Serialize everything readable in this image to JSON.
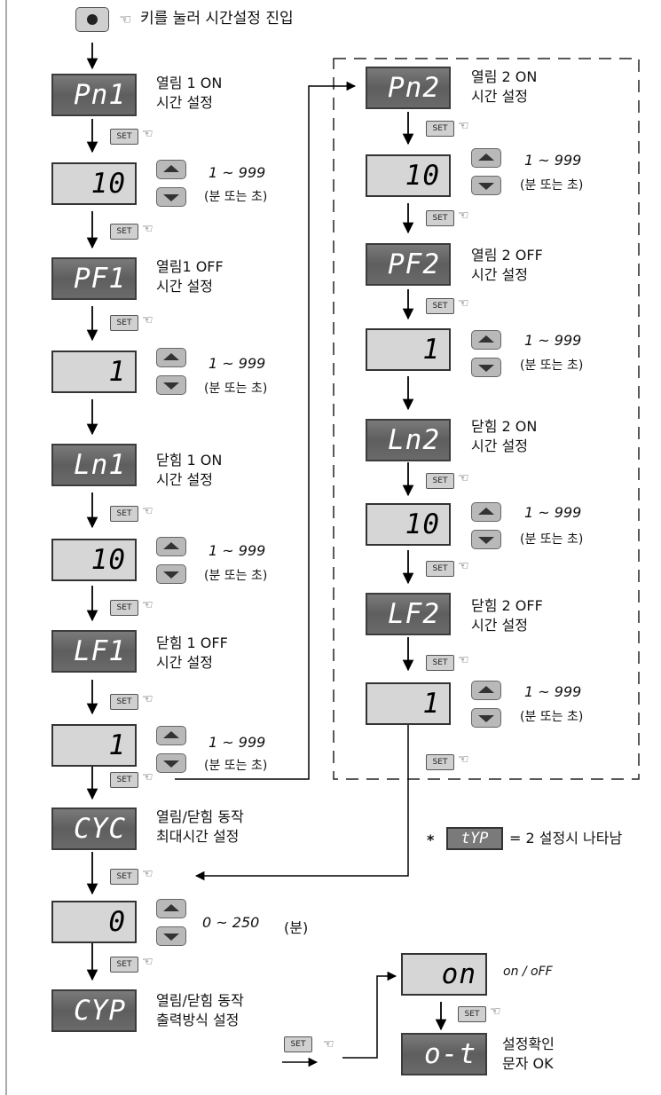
{
  "header": {
    "hand": "☜",
    "text": "키를 눌러 시간설정 진입"
  },
  "set_label": "SET",
  "hand_glyph": "☜",
  "up_icon": "triangle-up",
  "down_icon": "triangle-down",
  "left": {
    "s1": {
      "display": "Pn1",
      "line1": "열림 1 ON",
      "line2": "시간 설정"
    },
    "v1": {
      "display": "10",
      "range": "1 ~ 999",
      "unit": "(분 또는 초)"
    },
    "s2": {
      "display": "PF1",
      "line1": "열림1 OFF",
      "line2": "시간 설정"
    },
    "v2": {
      "display": "1",
      "range": "1 ~ 999",
      "unit": "(분 또는 초)"
    },
    "s3": {
      "display": "Ln1",
      "line1": "닫힘 1 ON",
      "line2": "시간 설정"
    },
    "v3": {
      "display": "10",
      "range": "1 ~ 999",
      "unit": "(분 또는 초)"
    },
    "s4": {
      "display": "LF1",
      "line1": "닫힘 1 OFF",
      "line2": "시간 설정"
    },
    "v4": {
      "display": "1",
      "range": "1 ~ 999",
      "unit": "(분 또는 초)"
    },
    "s5": {
      "display": "CYC",
      "line1": "열림/닫힘 동작",
      "line2": "최대시간 설정"
    },
    "v5": {
      "display": "0",
      "range": "0 ~ 250",
      "unit": "(분)"
    },
    "s6": {
      "display": "CYP",
      "line1": "열림/닫힘 동작",
      "line2": "출력방식 설정"
    }
  },
  "right": {
    "s1": {
      "display": "Pn2",
      "line1": "열림 2 ON",
      "line2": "시간 설정"
    },
    "v1": {
      "display": "10",
      "range": "1 ~ 999",
      "unit": "(분 또는 초)"
    },
    "s2": {
      "display": "PF2",
      "line1": "열림 2 OFF",
      "line2": "시간 설정"
    },
    "v2": {
      "display": "1",
      "range": "1 ~ 999",
      "unit": "(분 또는 초)"
    },
    "s3": {
      "display": "Ln2",
      "line1": "닫힘 2 ON",
      "line2": "시간 설정"
    },
    "v3": {
      "display": "10",
      "range": "1 ~ 999",
      "unit": "(분 또는 초)"
    },
    "s4": {
      "display": "LF2",
      "line1": "닫힘 2 OFF",
      "line2": "시간 설정"
    },
    "v4": {
      "display": "1",
      "range": "1 ~ 999",
      "unit": "(분 또는 초)"
    }
  },
  "note": {
    "star": "*",
    "display": "tYP",
    "text": "= 2 설정시 나타남"
  },
  "output": {
    "on_display": "on",
    "options": "on / oFF",
    "confirm_display": "o-t",
    "confirm_line1": "설정확인",
    "confirm_line2": "문자 OK"
  }
}
